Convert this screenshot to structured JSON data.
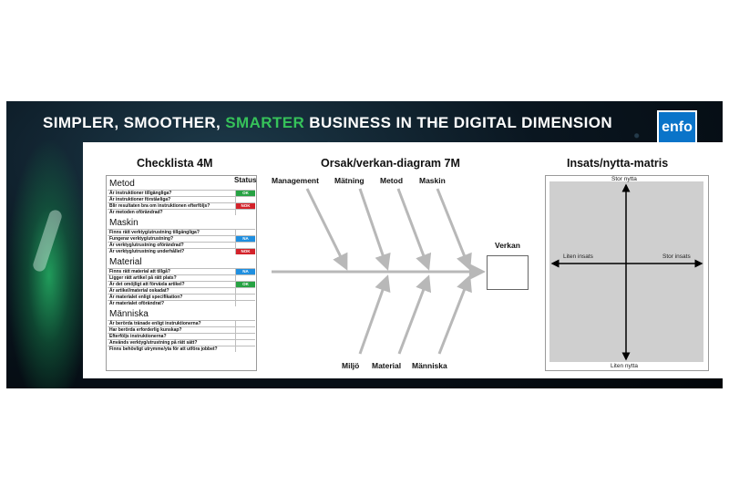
{
  "headline": {
    "part1": "SIMPLER, SMOOTHER,",
    "part2": "SMARTER",
    "part3": "BUSINESS IN THE DIGITAL DIMENSION"
  },
  "logo": "enfo",
  "colors": {
    "accent_green": "#36c25a",
    "logo_blue": "#0a74c9",
    "ok": "#27a243",
    "nok": "#d3222a",
    "na": "#1f8fe0"
  },
  "checklist": {
    "title": "Checklista 4M",
    "status_header": "Status",
    "categories": [
      {
        "name": "Metod",
        "rows": [
          {
            "q": "Är instruktioner tillgängliga?",
            "status": "OK"
          },
          {
            "q": "Är instruktioner förståeliga?",
            "status": ""
          },
          {
            "q": "Blir resultaten bra om instruktionen efterföljs?",
            "status": "NOK"
          },
          {
            "q": "Är metoden oförändrad?",
            "status": ""
          }
        ]
      },
      {
        "name": "Maskin",
        "rows": [
          {
            "q": "Finns rätt verktyg/utrustning tillgängliga?",
            "status": ""
          },
          {
            "q": "Fungerar verktyg/utrustning?",
            "status": "NA"
          },
          {
            "q": "Är verktyg/utrustning oförändrad?",
            "status": ""
          },
          {
            "q": "Är verktyg/utrustning underhållet?",
            "status": "NOK"
          }
        ]
      },
      {
        "name": "Material",
        "rows": [
          {
            "q": "Finns rätt material att tillgå?",
            "status": "NA"
          },
          {
            "q": "Ligger rätt artikel på rätt plats?",
            "status": ""
          },
          {
            "q": "Är det omöjligt att förväxla artikel?",
            "status": "OK"
          },
          {
            "q": "Är artikel/material oskadat?",
            "status": ""
          },
          {
            "q": "Är materialet enligt specifikation?",
            "status": ""
          },
          {
            "q": "Är materialet oförändrat?",
            "status": ""
          }
        ]
      },
      {
        "name": "Människa",
        "rows": [
          {
            "q": "Är berörda tränade enligt instruktionerna?",
            "status": ""
          },
          {
            "q": "Har berörda erforderlig kunskap?",
            "status": ""
          },
          {
            "q": "Efterföljs instruktionerna?",
            "status": ""
          },
          {
            "q": "Används verktyg/utrustning på rätt sätt?",
            "status": ""
          },
          {
            "q": "Finns behövligt utrymme/yta för att utföra jobbet?",
            "status": ""
          }
        ]
      }
    ]
  },
  "fishbone": {
    "title": "Orsak/verkan-diagram 7M",
    "top_causes": [
      "Management",
      "Mätning",
      "Metod",
      "Maskin"
    ],
    "bottom_causes": [
      "Miljö",
      "Material",
      "Människa"
    ],
    "effect_label": "Verkan"
  },
  "matrix": {
    "title": "Insats/nytta-matris",
    "top": "Stor nytta",
    "bottom": "Liten nytta",
    "left": "Liten insats",
    "right": "Stor insats"
  }
}
